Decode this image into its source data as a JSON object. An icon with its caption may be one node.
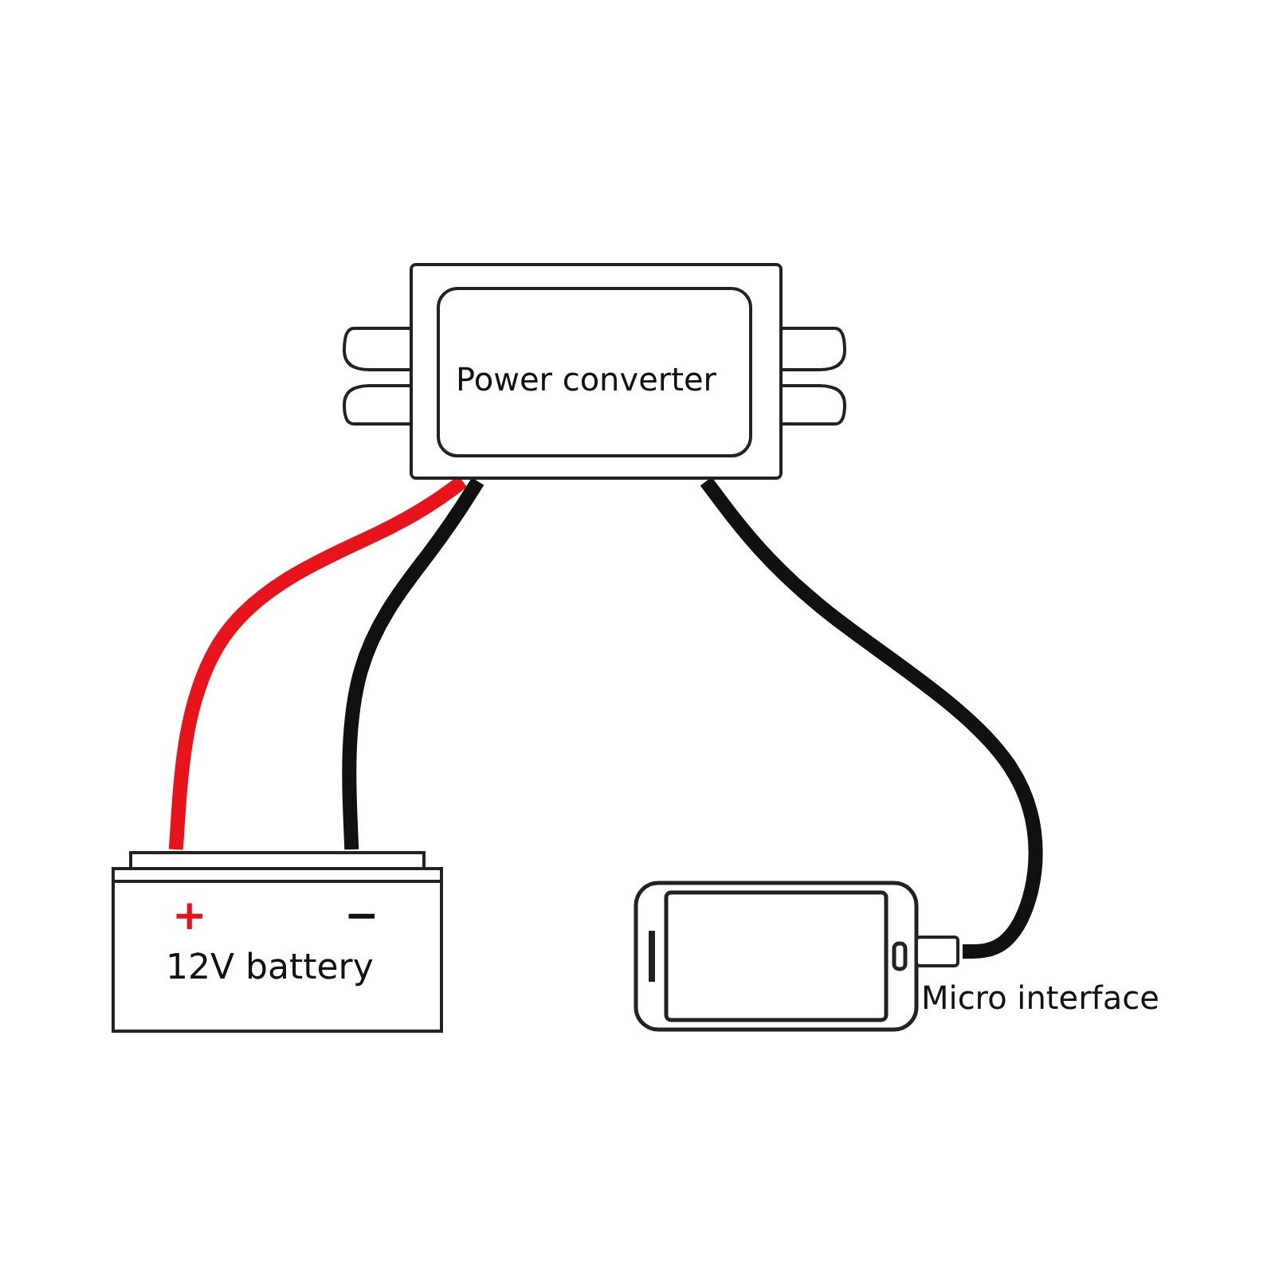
{
  "diagram": {
    "nodes": [
      {
        "text": [
          "Power converter"
        ]
      },
      {
        "text": [
          "+",
          "−",
          "12V battery"
        ]
      },
      {
        "text": [],
        "shape": "picture",
        "beside": [
          "Micro interface"
        ]
      }
    ],
    "edges": [
      {
        "from": 0,
        "to": 1,
        "arrow": "none",
        "color": "#e8141b"
      },
      {
        "from": 0,
        "to": 1,
        "arrow": "none"
      },
      {
        "from": 0,
        "to": 2,
        "arrow": "none"
      }
    ]
  }
}
